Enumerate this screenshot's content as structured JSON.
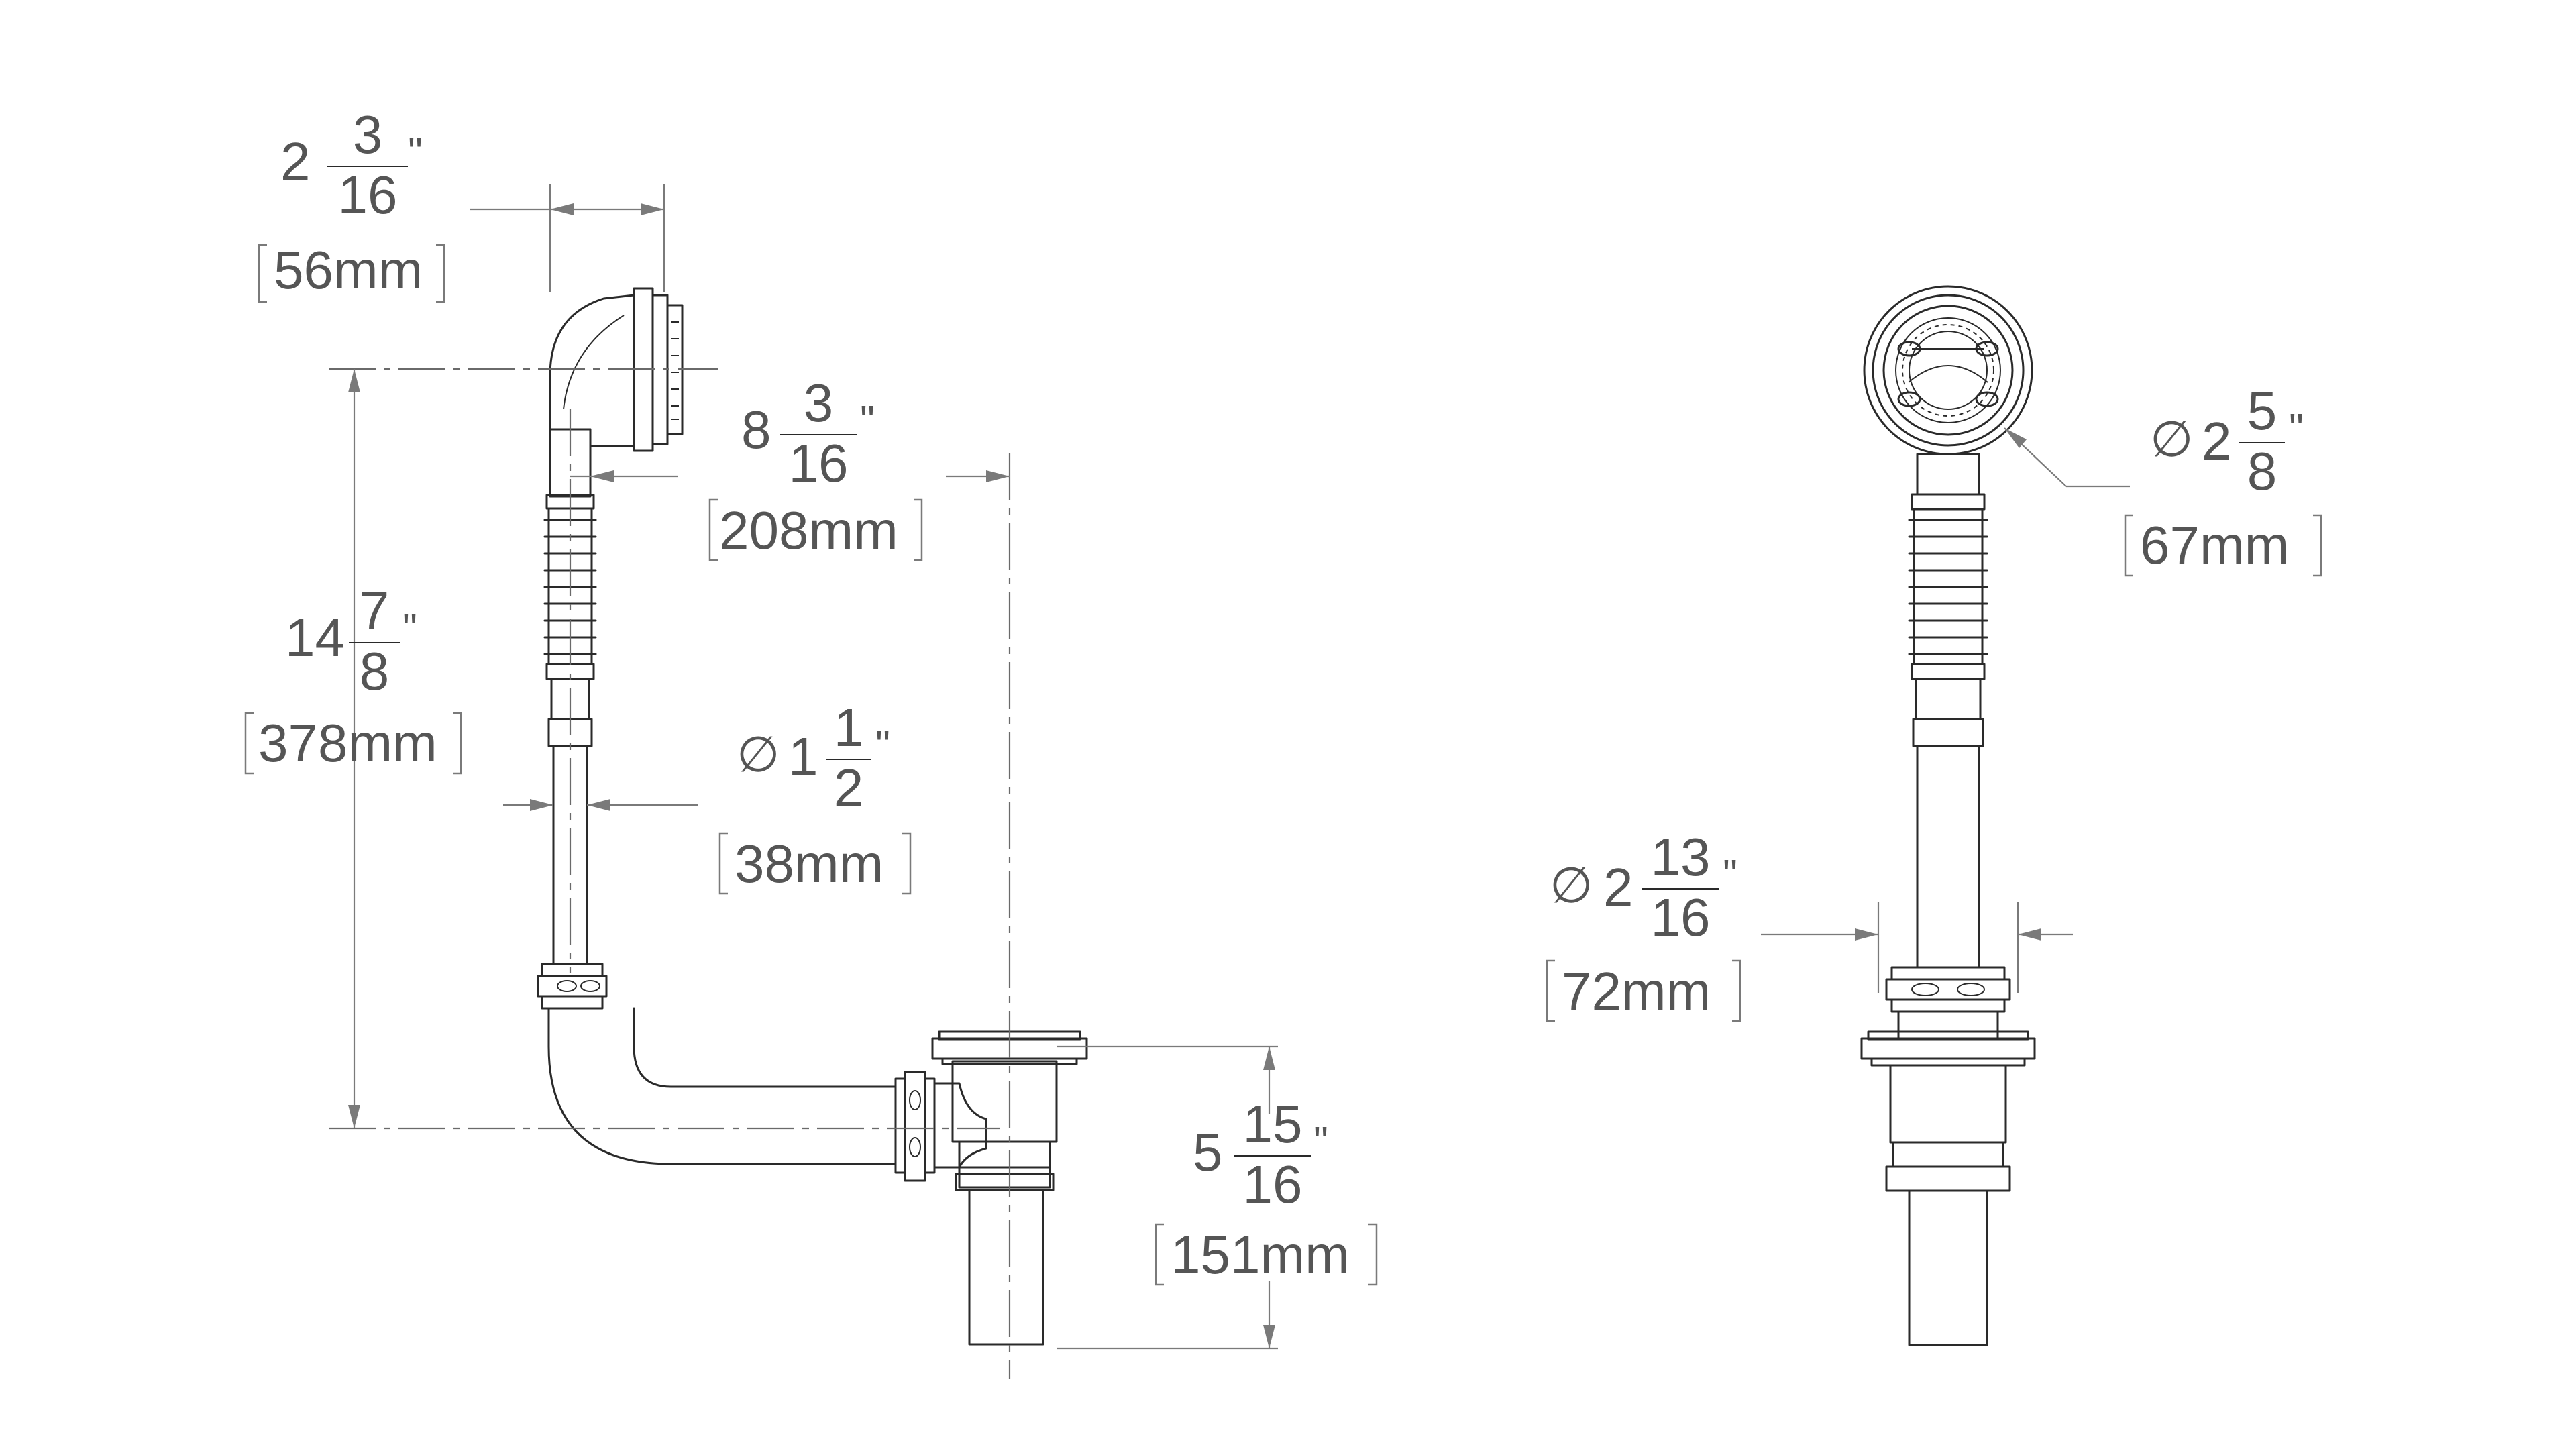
{
  "dimensions": {
    "overflow_width": {
      "whole": "2",
      "numerator": "3",
      "denominator": "16",
      "unit": "\"",
      "metric": "56mm"
    },
    "horizontal_reach": {
      "whole": "8",
      "numerator": "3",
      "denominator": "16",
      "unit": "\"",
      "metric": "208mm"
    },
    "vertical_height": {
      "whole": "14",
      "numerator": "7",
      "denominator": "8",
      "unit": "\"",
      "metric": "378mm"
    },
    "pipe_diameter": {
      "symbol": "∅",
      "whole": "1",
      "numerator": "1",
      "denominator": "2",
      "unit": "\"",
      "metric": "38mm"
    },
    "drain_height": {
      "whole": "5",
      "numerator": "15",
      "denominator": "16",
      "unit": "\"",
      "metric": "151mm"
    },
    "faceplate_diameter": {
      "symbol": "∅",
      "whole": "2",
      "numerator": "5",
      "denominator": "8",
      "unit": "\"",
      "metric": "67mm"
    },
    "nut_diameter": {
      "symbol": "∅",
      "whole": "2",
      "numerator": "13",
      "denominator": "16",
      "unit": "\"",
      "metric": "72mm"
    }
  },
  "colors": {
    "line": "#2a2a2a",
    "dimension": "#7a7a7a",
    "text": "#555555"
  }
}
